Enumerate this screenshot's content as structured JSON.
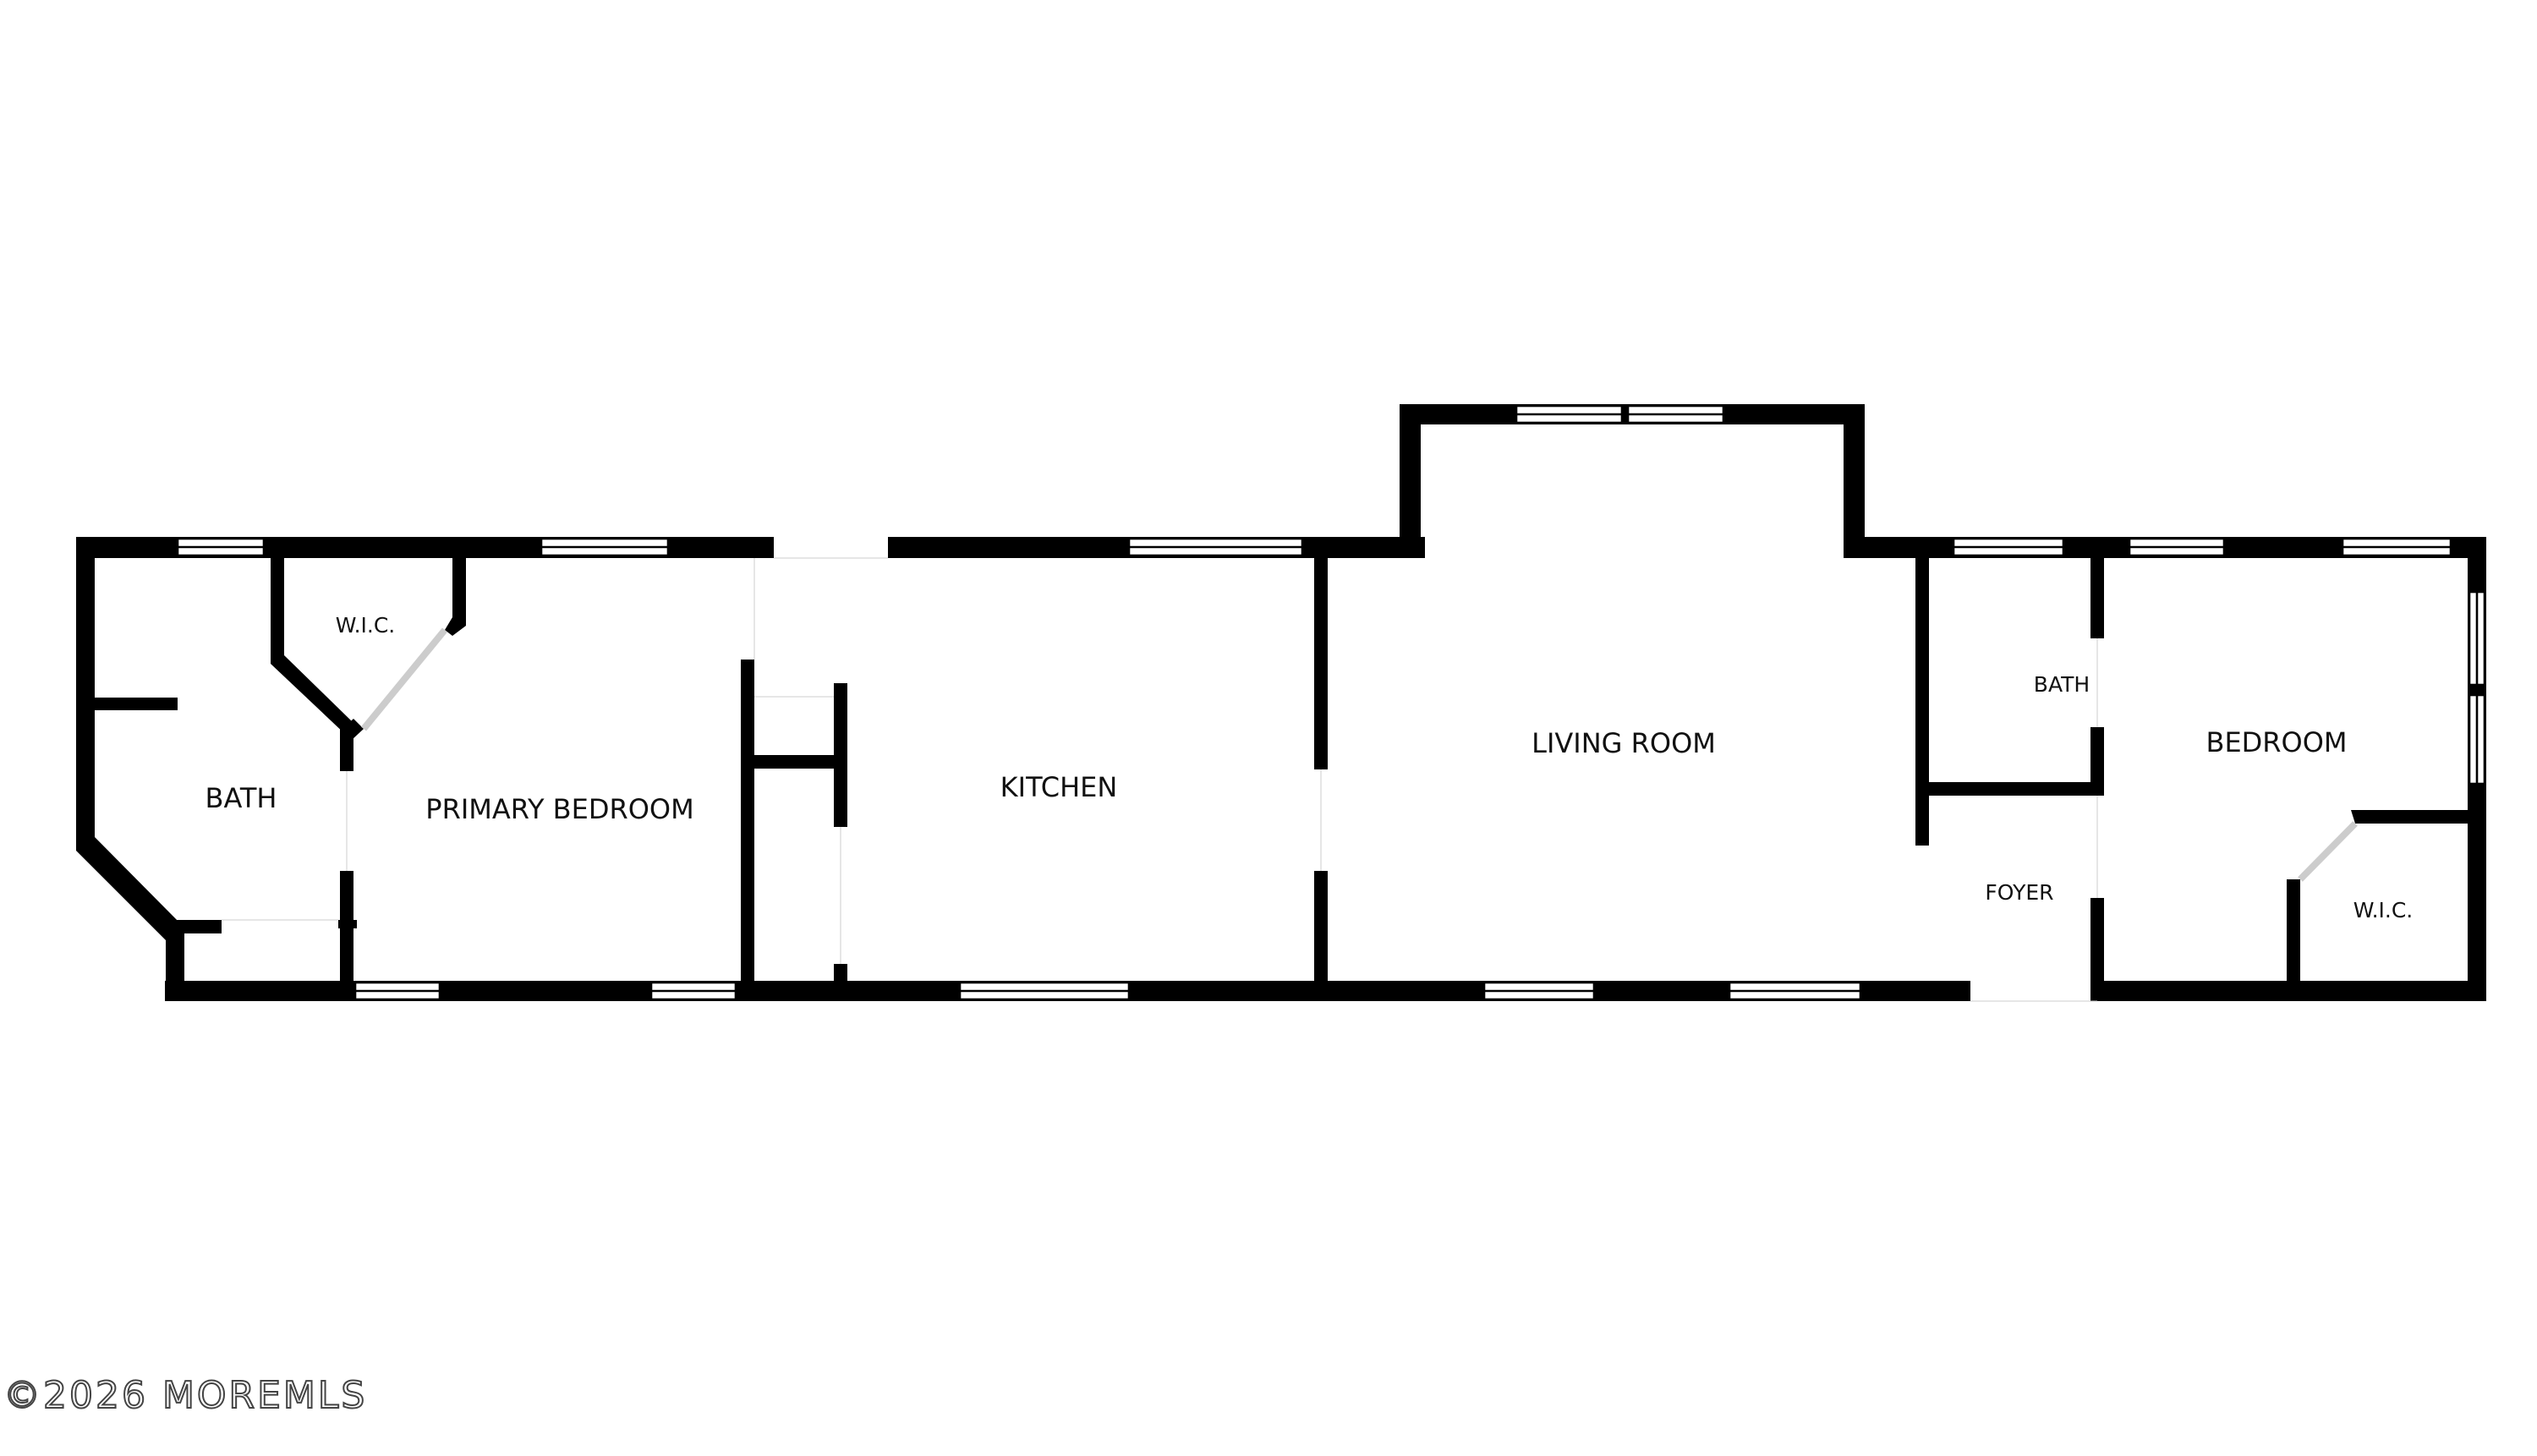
{
  "rooms": {
    "bath_main": "BATH",
    "wic_primary": "W.I.C.",
    "primary_bedroom": "PRIMARY BEDROOM",
    "kitchen": "KITCHEN",
    "living_room": "LIVING ROOM",
    "bath_second": "BATH",
    "bedroom": "BEDROOM",
    "foyer": "FOYER",
    "wic_bedroom": "W.I.C."
  },
  "watermark": "©2026 MOREMLS",
  "colors": {
    "wall": "#000000",
    "background": "#ffffff"
  }
}
